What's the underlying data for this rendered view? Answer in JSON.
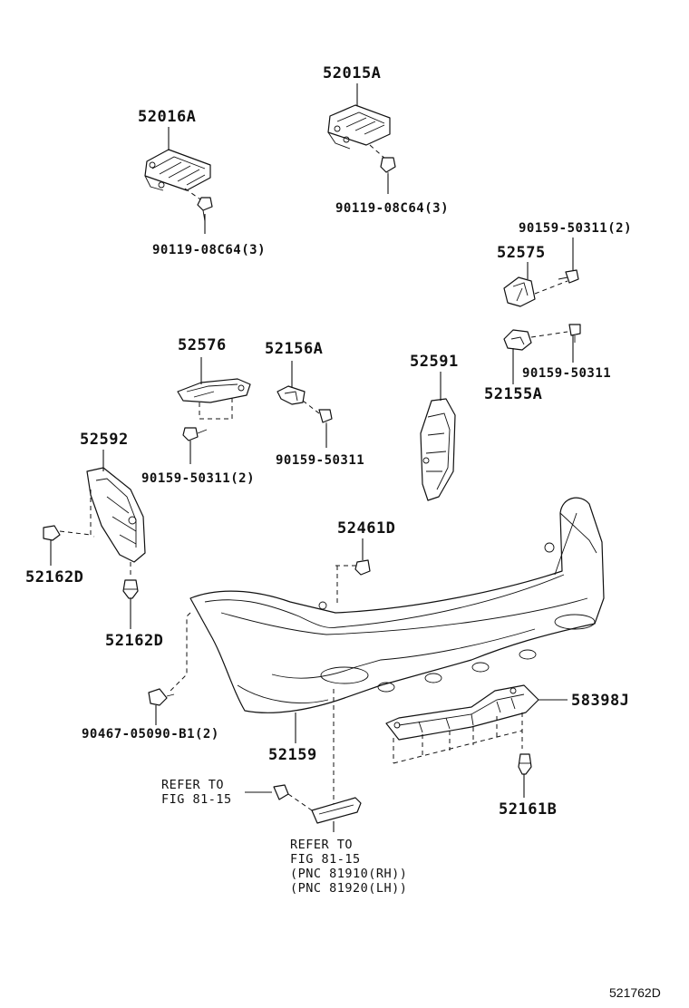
{
  "labels": {
    "p52015A": "52015A",
    "p52016A": "52016A",
    "p90119_a": "90119-08C64(3)",
    "p90119_b": "90119-08C64(3)",
    "p90159_top": "90159-50311(2)",
    "p52575": "52575",
    "p90159_r": "90159-50311",
    "p52155A": "52155A",
    "p52576": "52576",
    "p52156A": "52156A",
    "p52591": "52591",
    "p90159_m2": "90159-50311(2)",
    "p90159_m": "90159-50311",
    "p52592": "52592",
    "p52461D": "52461D",
    "p52162D_a": "52162D",
    "p52162D_b": "52162D",
    "p58398J": "58398J",
    "p90467": "90467-05090-B1(2)",
    "p52159": "52159",
    "p52161B": "52161B",
    "ref1_line1": "REFER TO",
    "ref1_line2": "FIG 81-15",
    "ref2_line1": "REFER TO",
    "ref2_line2": "FIG 81-15",
    "ref2_line3": "(PNC 81910(RH))",
    "ref2_line4": "(PNC 81920(LH))",
    "diagram_code": "521762D"
  },
  "parts": [
    {
      "name": "retainer-52015A"
    },
    {
      "name": "retainer-52016A"
    },
    {
      "name": "bolt-90119"
    },
    {
      "name": "bracket-52575"
    },
    {
      "name": "bracket-52155A"
    },
    {
      "name": "bracket-52576"
    },
    {
      "name": "bracket-52156A"
    },
    {
      "name": "side-support-52591"
    },
    {
      "name": "side-support-52592"
    },
    {
      "name": "clip-52162D"
    },
    {
      "name": "clip-52461D"
    },
    {
      "name": "bumper-cover-52159"
    },
    {
      "name": "reflector"
    },
    {
      "name": "undercover-58398J"
    },
    {
      "name": "clip-52161B"
    },
    {
      "name": "screw-90467"
    }
  ]
}
